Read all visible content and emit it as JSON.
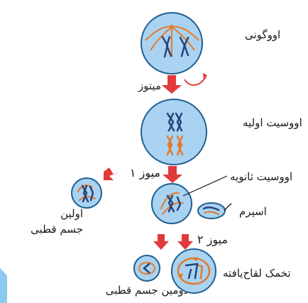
{
  "diagram": {
    "labels": {
      "oogonium": "اووگونی",
      "mitosis": "میتوز",
      "primary_oocyte": "اووسیت اولیه",
      "meiosis_1": "میوز ۱",
      "secondary_oocyte": "اووسیت ثانویه",
      "first_polar_body_line1": "اولین",
      "first_polar_body_line2": "جسم قطبی",
      "sperm": "اسپرم",
      "meiosis_2": "میوز ۲",
      "zygote": "تخمک لقاح‌یافته",
      "second_polar_body": "دومین جسم قطبی"
    },
    "colors": {
      "cell_fill": "#a9d3f0",
      "cell_stroke": "#1f5f92",
      "chromosome_blue": "#25457a",
      "chromosome_orange": "#e47a2d",
      "arrow_red": "#e23a3a"
    }
  }
}
